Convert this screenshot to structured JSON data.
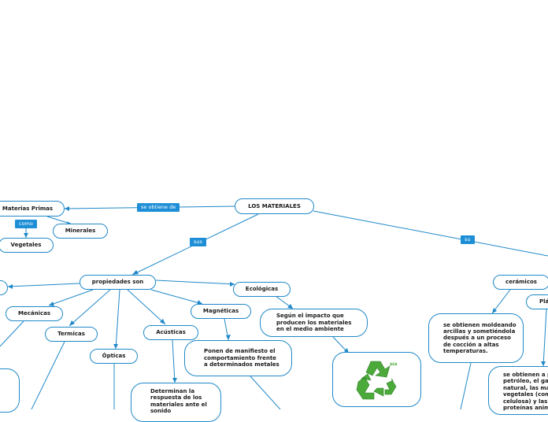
{
  "root": "LOS MATERIALES",
  "links": {
    "obtiene": "se obtiene de",
    "sus": "sus",
    "su": "su",
    "como": "como"
  },
  "nodes": {
    "materias_primas": "Materias Primas",
    "minerales": "Minerales",
    "vegetales": "Vegetales",
    "propiedades": "propiedades son",
    "mecanicas": "Mecánicas",
    "termicas": "Termicas",
    "opticas": "Ópticas",
    "acusticas": "Acústicas",
    "magneticas": "Magnéticas",
    "ecologicas": "Ecológicas",
    "magneticas_desc": "Ponen de manifiesto el comportamiento frente a determinados metales",
    "acusticas_desc": "Determinan la respuesta de los materiales ante el sonido",
    "ecologicas_desc": "Según el impacto que producen los materiales en el medio ambiente",
    "ceramicos": "cerámicos",
    "plasticos": "Plá",
    "ceramicos_desc": "se obtienen moldeando arcillas y sometiéndola después a un proceso de cocción a altas temperaturas.",
    "plasticos_desc": "se obtienen a p petróleo, el gas natural, las ma vegetales (com celulosa) y las proteínas anim"
  },
  "colors": {
    "stroke": "#1f88c8",
    "label_bg": "#1e8fd6",
    "recycle": "#4caa3b"
  }
}
